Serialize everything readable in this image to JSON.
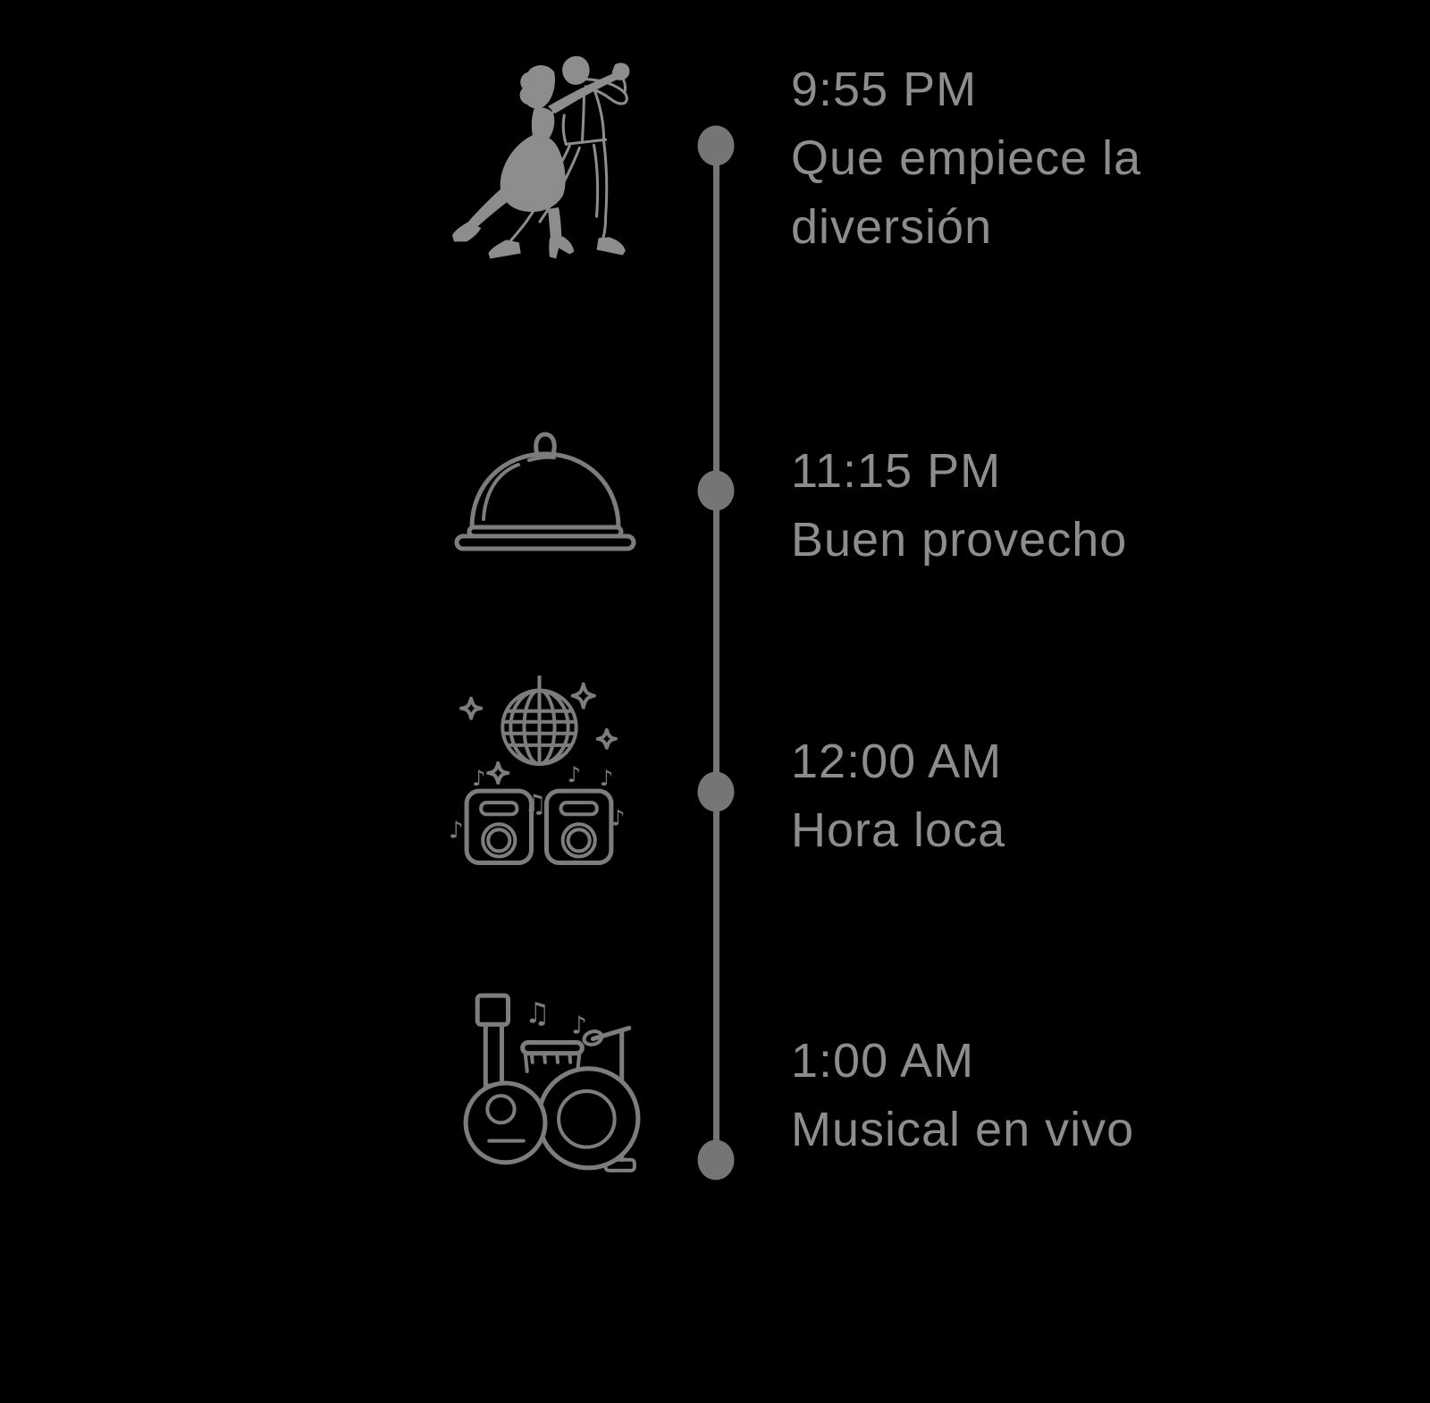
{
  "colors": {
    "background": "#000000",
    "text-gray": "#8d8d8d",
    "line-gray": "#757575",
    "icon-gray": "#7d7d7d"
  },
  "timeline": {
    "events": [
      {
        "time": "9:55 PM",
        "title": "Que empiece la diversión",
        "icon": "dancing-couple-icon"
      },
      {
        "time": "11:15 PM",
        "title": "Buen provecho",
        "icon": "food-cloche-icon"
      },
      {
        "time": "12:00 AM",
        "title": "Hora loca",
        "icon": "disco-ball-speakers-icon"
      },
      {
        "time": "1:00 AM",
        "title": "Musical en vivo",
        "icon": "live-band-icon"
      }
    ]
  }
}
